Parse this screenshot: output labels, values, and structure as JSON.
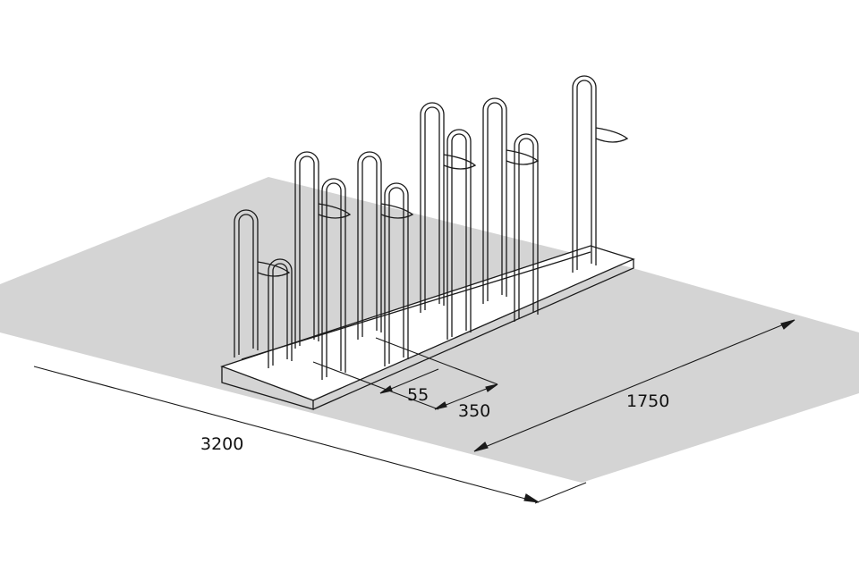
{
  "dimensions": {
    "length": "3200",
    "depth": "1750",
    "spacing": "350",
    "gap": "55"
  },
  "colors": {
    "floor": "#d4d4d4",
    "line": "#1a1a1a",
    "background": "#ffffff"
  }
}
